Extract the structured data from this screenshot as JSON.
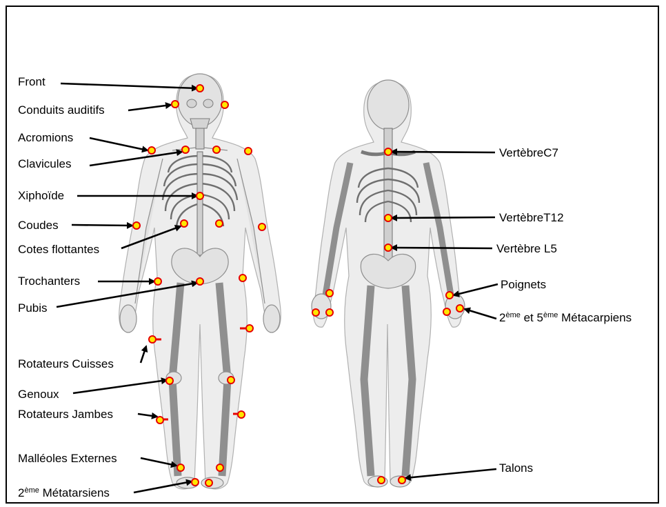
{
  "colors": {
    "marker_fill": "#ffe600",
    "marker_stroke": "#e60000",
    "arrow": "#000000",
    "border": "#000000"
  },
  "labels": {
    "front": "Front",
    "conduits": "Conduits auditifs",
    "acromions": "Acromions",
    "clavicules": "Clavicules",
    "xiphoide": "Xiphoïde",
    "coudes": "Coudes",
    "cotes": "Cotes flottantes",
    "trochanters": "Trochanters",
    "pubis": "Pubis",
    "rotateurs_cuisses": "Rotateurs Cuisses",
    "genoux": "Genoux",
    "rotateurs_jambes": "Rotateurs Jambes",
    "malleoles": "Malléoles Externes",
    "metatarsiens_num": "2",
    "metatarsiens_sup": "ème",
    "metatarsiens_text": " Métatarsiens",
    "vertebre_c7": "VertèbreC7",
    "vertebre_t12": "VertèbreT12",
    "vertebre_l5": "Vertèbre L5",
    "poignets": "Poignets",
    "metacarpiens_a": "2",
    "metacarpiens_sup1": "ème",
    "metacarpiens_mid": " et 5",
    "metacarpiens_sup2": "ème",
    "metacarpiens_text": " Métacarpiens",
    "talons": "Talons"
  }
}
